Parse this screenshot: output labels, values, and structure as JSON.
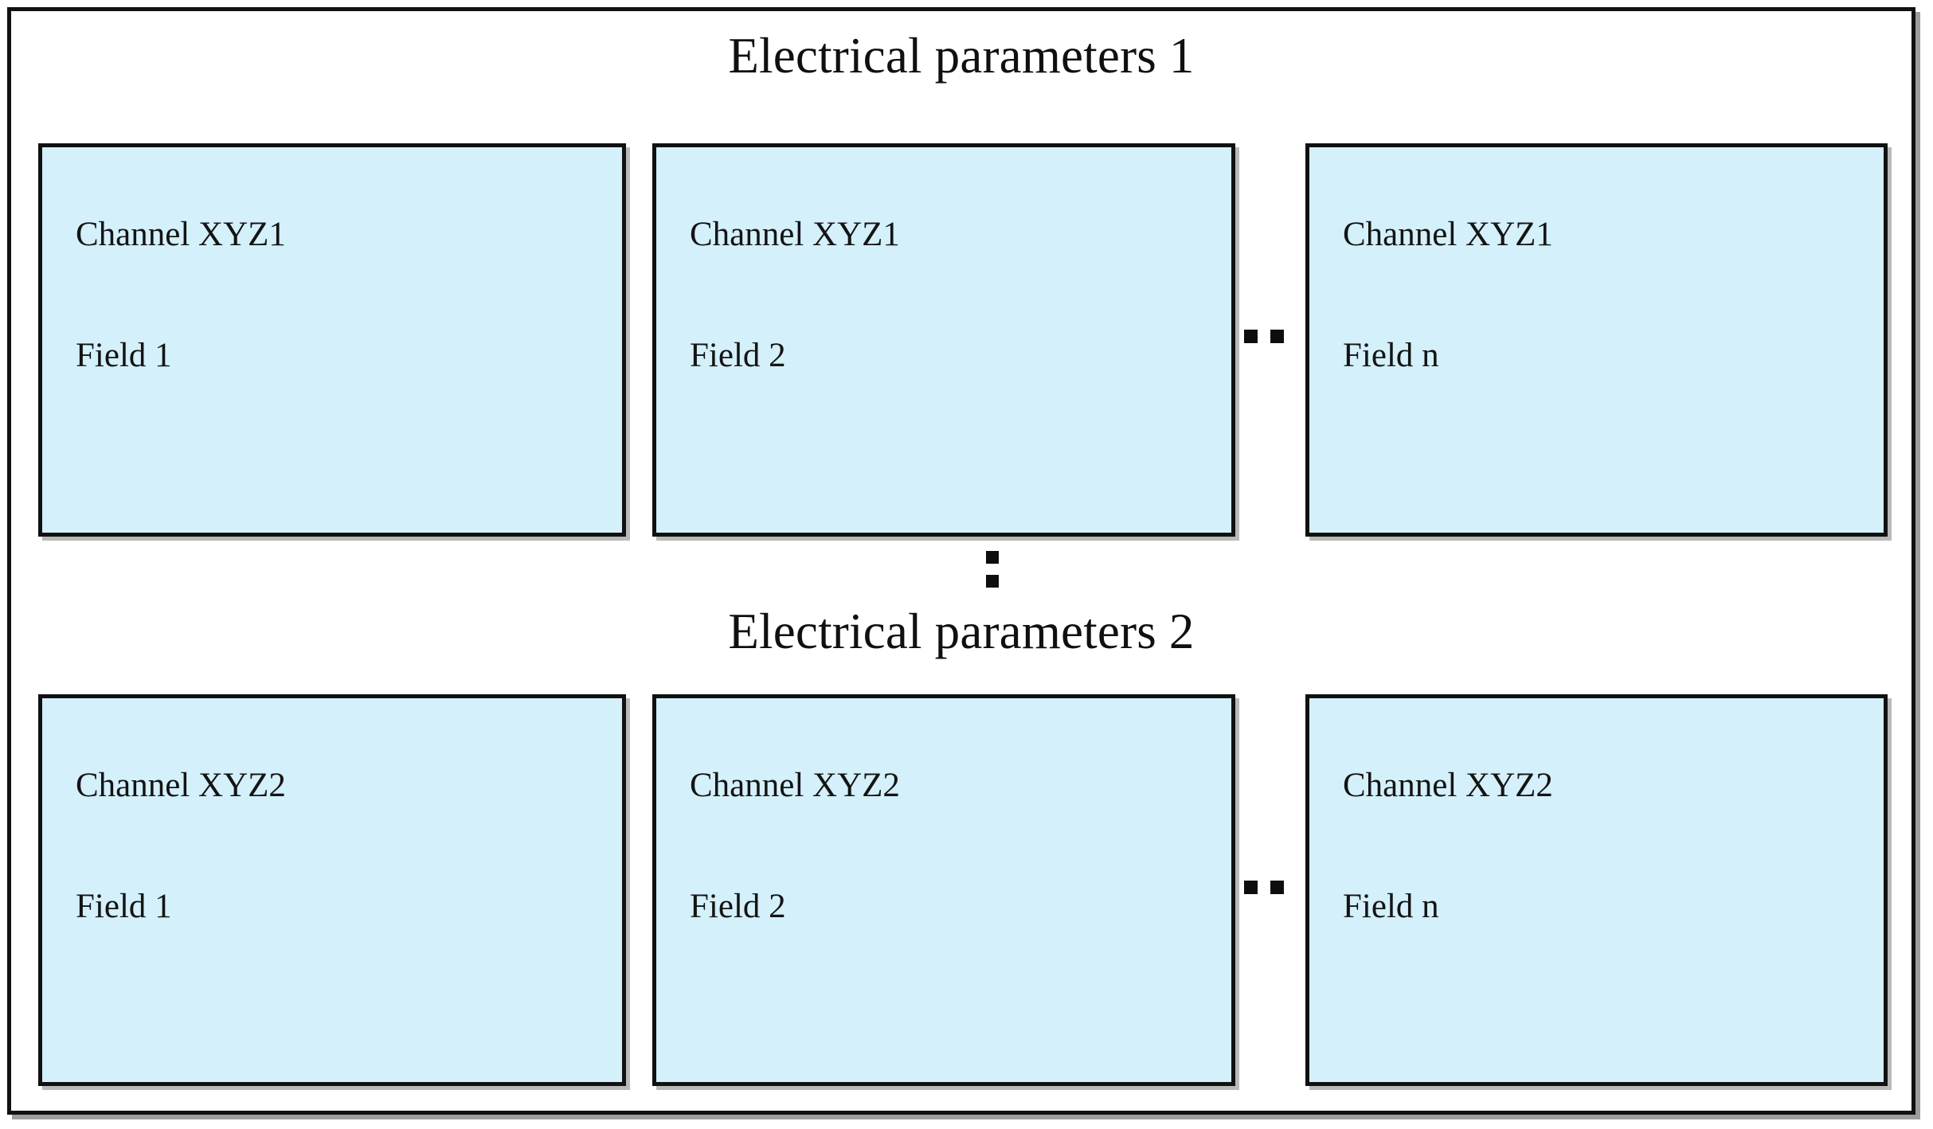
{
  "diagram": {
    "kind": "block-diagram",
    "frame": {
      "border_color": "#111111",
      "background": "#ffffff"
    },
    "box_style": {
      "fill": "#d4f0fa",
      "border_color": "#111111"
    },
    "sections": [
      {
        "title": "Electrical parameters 1",
        "boxes": [
          {
            "channel": "Channel XYZ1",
            "field": "Field 1"
          },
          {
            "channel": "Channel XYZ1",
            "field": "Field 2"
          },
          {
            "channel": "Channel XYZ1",
            "field": "Field n"
          }
        ],
        "ellipsis_between_last_two": "..",
        "ellipsis_orientation": "horizontal"
      },
      {
        "title": "Electrical parameters 2",
        "boxes": [
          {
            "channel": "Channel XYZ2",
            "field": "Field 1"
          },
          {
            "channel": "Channel XYZ2",
            "field": "Field 2"
          },
          {
            "channel": "Channel XYZ2",
            "field": "Field n"
          }
        ],
        "ellipsis_between_last_two": "..",
        "ellipsis_orientation": "horizontal"
      }
    ],
    "section_separator": {
      "symbol": ":",
      "orientation": "vertical",
      "meaning": "more sections continue"
    }
  }
}
